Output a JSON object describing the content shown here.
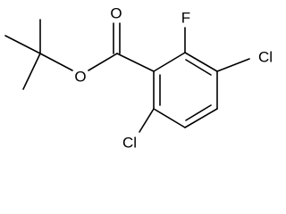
{
  "molecule": {
    "atoms": {
      "oxygen_carbonyl": "O",
      "oxygen_ester": "O",
      "fluorine": "F",
      "chlorine_3": "Cl",
      "chlorine_6": "Cl"
    }
  }
}
